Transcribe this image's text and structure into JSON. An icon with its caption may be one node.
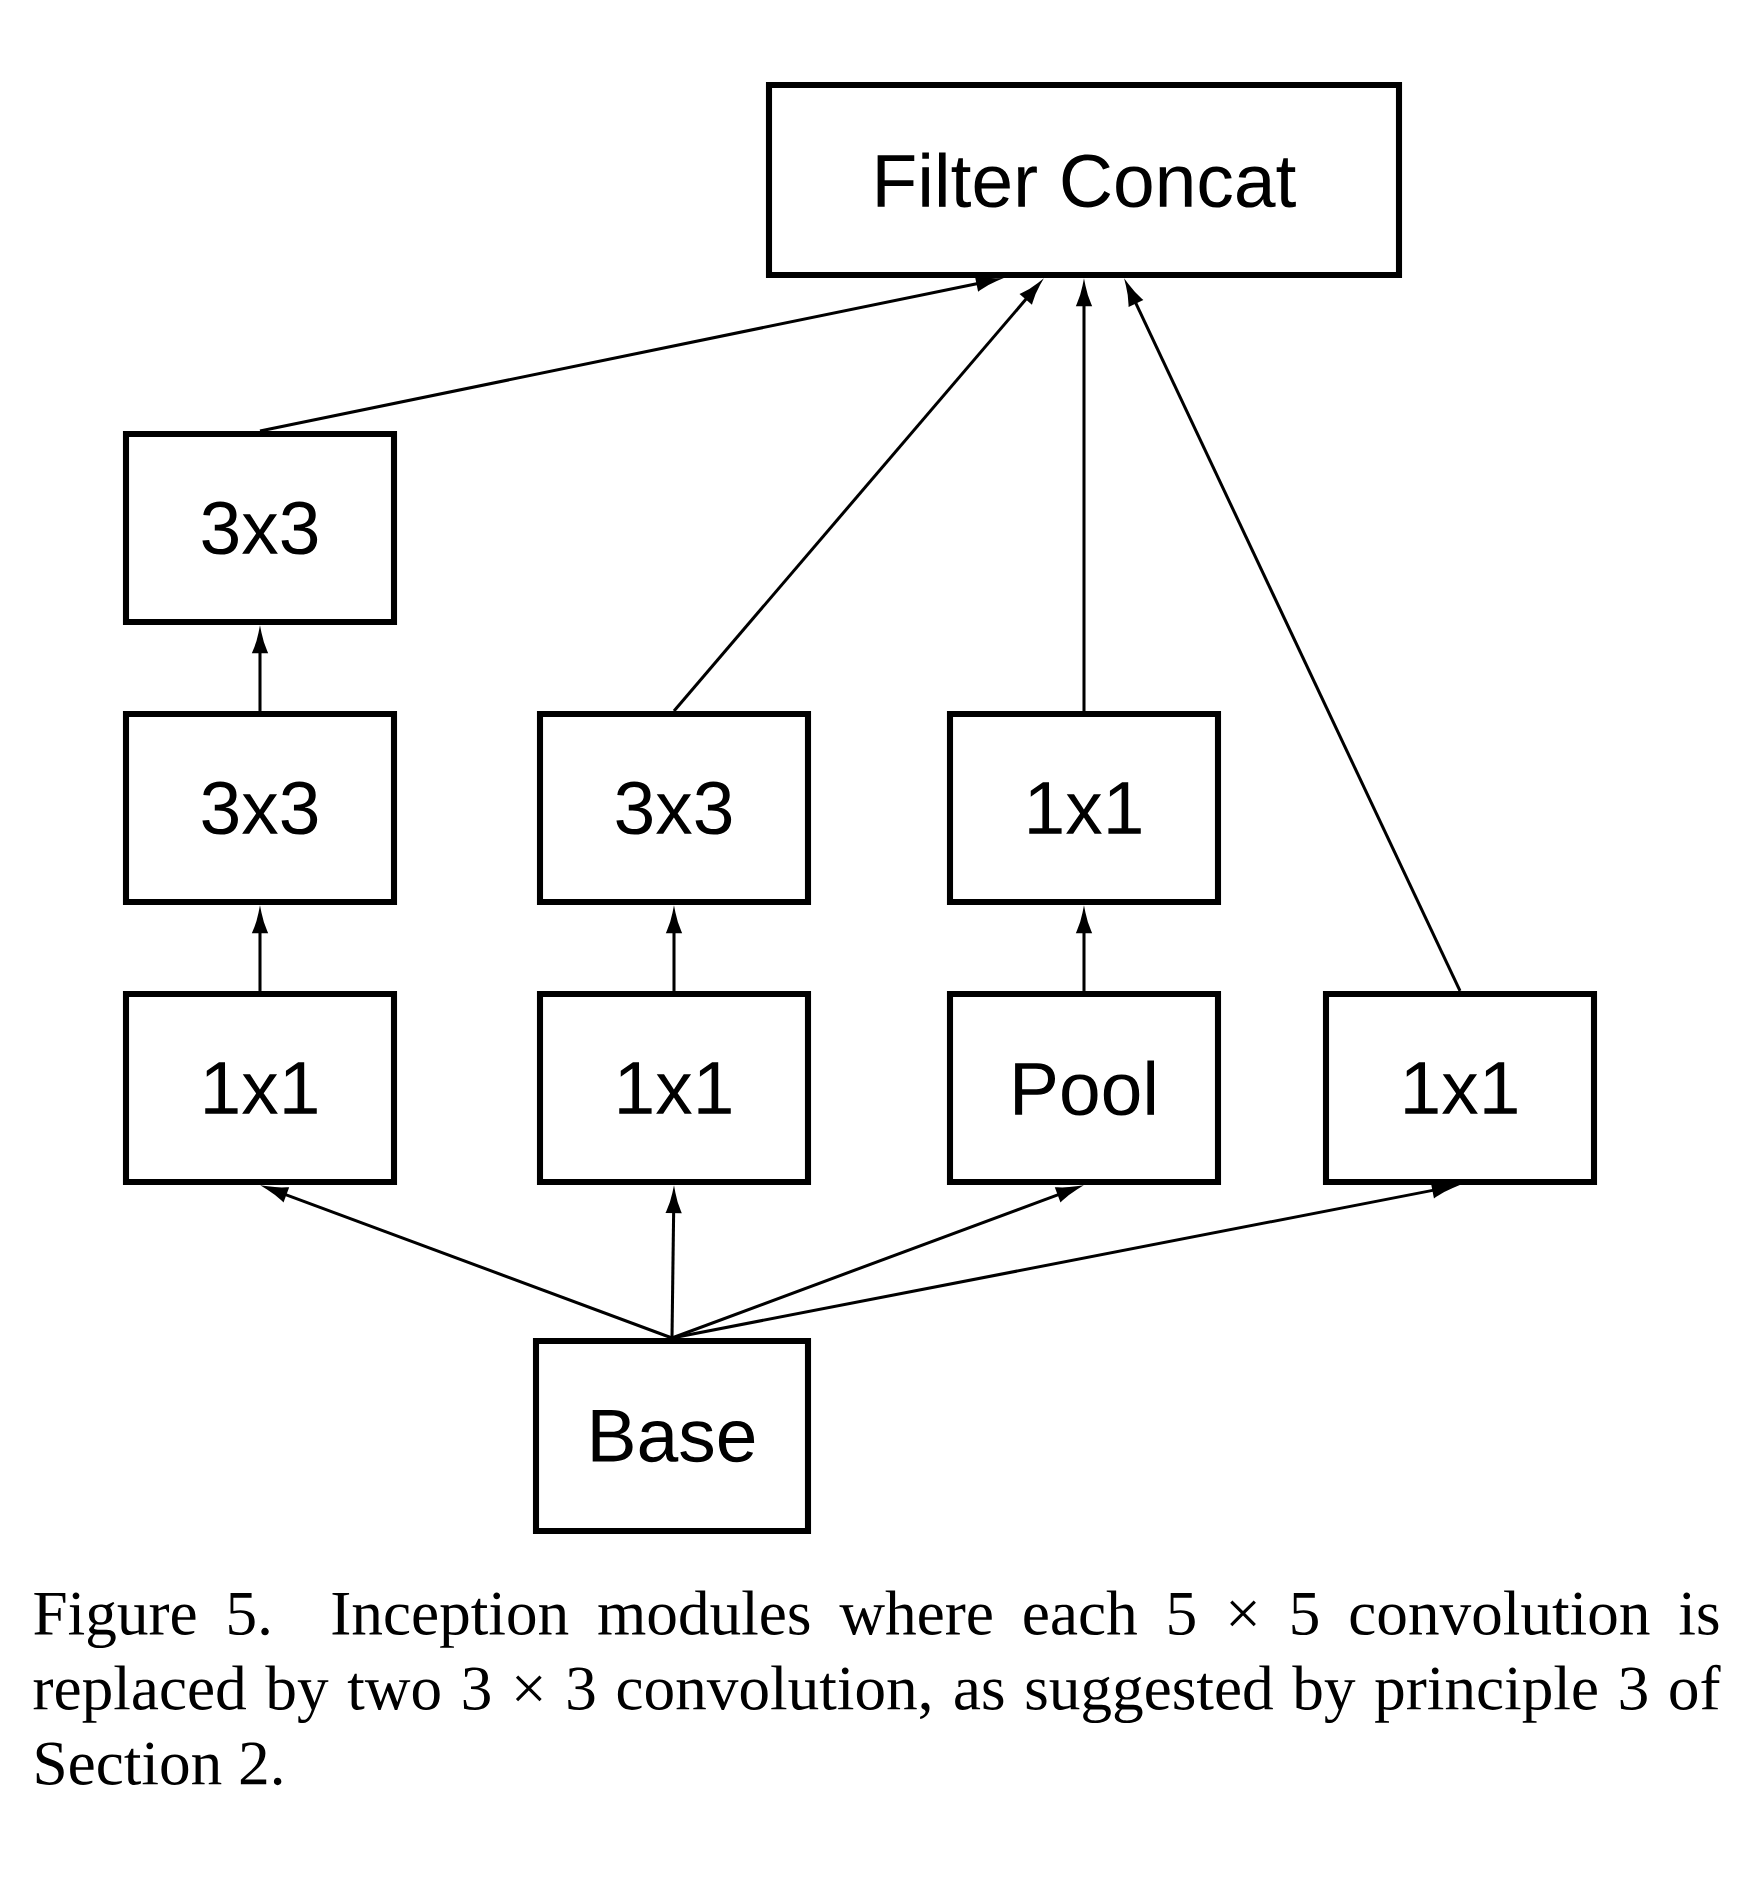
{
  "diagram": {
    "caption": "Figure 5. Inception modules where each 5 × 5 convolution is replaced by two 3 × 3 convolution, as suggested by principle 3 of Section 2.",
    "nodes": [
      {
        "text": [
          "Filter Concat"
        ]
      },
      {
        "text": [
          "3x3"
        ]
      },
      {
        "text": [
          "3x3"
        ]
      },
      {
        "text": [
          "3x3"
        ]
      },
      {
        "text": [
          "1x1"
        ]
      },
      {
        "text": [
          "1x1"
        ]
      },
      {
        "text": [
          "1x1"
        ]
      },
      {
        "text": [
          "Pool"
        ]
      },
      {
        "text": [
          "1x1"
        ]
      },
      {
        "text": [
          "Base"
        ]
      }
    ],
    "edges": [
      {
        "from": 1,
        "to": 0,
        "arrow": "to"
      },
      {
        "from": 3,
        "to": 0,
        "arrow": "to"
      },
      {
        "from": 4,
        "to": 0,
        "arrow": "to"
      },
      {
        "from": 8,
        "to": 0,
        "arrow": "to"
      },
      {
        "from": 2,
        "to": 1,
        "arrow": "to"
      },
      {
        "from": 5,
        "to": 2,
        "arrow": "to"
      },
      {
        "from": 6,
        "to": 3,
        "arrow": "to"
      },
      {
        "from": 7,
        "to": 4,
        "arrow": "to"
      },
      {
        "from": 9,
        "to": 5,
        "arrow": "to"
      },
      {
        "from": 9,
        "to": 6,
        "arrow": "to"
      },
      {
        "from": 9,
        "to": 7,
        "arrow": "to"
      },
      {
        "from": 9,
        "to": 8,
        "arrow": "to"
      }
    ]
  }
}
